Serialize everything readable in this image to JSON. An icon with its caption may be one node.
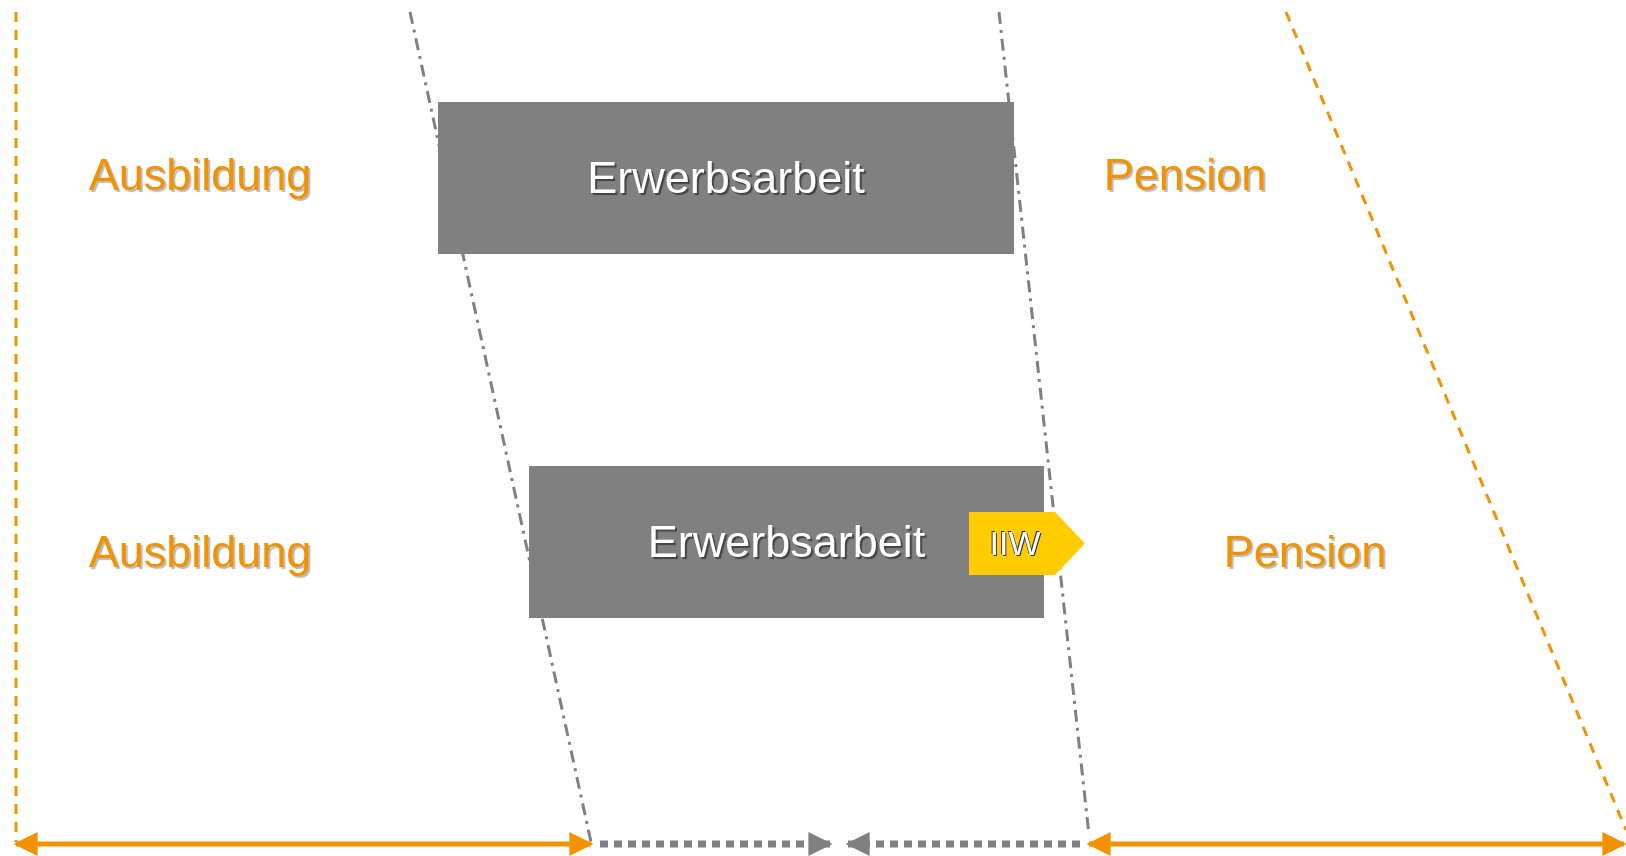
{
  "diagram": {
    "nodes": [
      {
        "text": [
          "Ausbildung"
        ]
      },
      {
        "text": [
          "Erwerbsarbeit"
        ]
      },
      {
        "text": [
          "Pension"
        ]
      },
      {
        "text": [
          "Ausbildung"
        ]
      },
      {
        "text": [
          "Erwerbsarbeit"
        ]
      },
      {
        "text": [
          "IIW"
        ]
      },
      {
        "text": [
          "Pension"
        ]
      }
    ]
  }
}
